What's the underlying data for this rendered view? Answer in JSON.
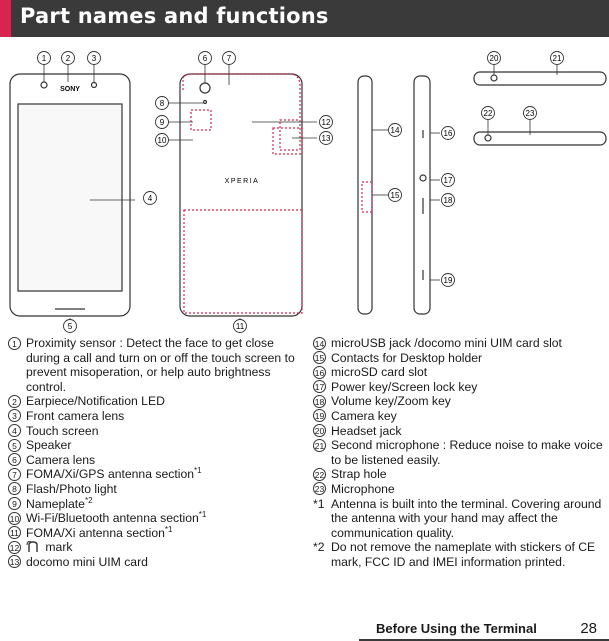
{
  "header": {
    "title": "Part names and functions"
  },
  "figure": {
    "brand": "SONY",
    "back_brand": "XPERIA",
    "callout_numbers": [
      "1",
      "2",
      "3",
      "4",
      "5",
      "6",
      "7",
      "8",
      "9",
      "10",
      "11",
      "12",
      "13",
      "14",
      "15",
      "16",
      "17",
      "18",
      "19",
      "20",
      "21",
      "22",
      "23"
    ]
  },
  "parts_left": [
    {
      "num": "1",
      "text": "Proximity sensor : Detect the face to get close during a call and turn on or off the touch screen to prevent misoperation, or help auto brightness control."
    },
    {
      "num": "2",
      "text": "Earpiece/Notification LED"
    },
    {
      "num": "3",
      "text": "Front camera lens"
    },
    {
      "num": "4",
      "text": "Touch screen"
    },
    {
      "num": "5",
      "text": "Speaker"
    },
    {
      "num": "6",
      "text": "Camera lens"
    },
    {
      "num": "7",
      "text": "FOMA/Xi/GPS antenna section",
      "sup": "*1"
    },
    {
      "num": "8",
      "text": "Flash/Photo light"
    },
    {
      "num": "9",
      "text": "Nameplate",
      "sup": "*2"
    },
    {
      "num": "10",
      "text": "Wi-Fi/Bluetooth antenna section",
      "sup": "*1"
    },
    {
      "num": "11",
      "text": "FOMA/Xi antenna section",
      "sup": "*1"
    },
    {
      "num": "12",
      "text": " mark",
      "icon": "n-mark-icon"
    },
    {
      "num": "13",
      "text": "docomo mini UIM card"
    }
  ],
  "parts_right": [
    {
      "num": "14",
      "text": "microUSB jack /docomo mini UIM card slot"
    },
    {
      "num": "15",
      "text": "Contacts for Desktop holder"
    },
    {
      "num": "16",
      "text": "microSD card slot"
    },
    {
      "num": "17",
      "text": "Power key/Screen lock key"
    },
    {
      "num": "18",
      "text": "Volume key/Zoom key"
    },
    {
      "num": "19",
      "text": "Camera key"
    },
    {
      "num": "20",
      "text": "Headset jack"
    },
    {
      "num": "21",
      "text": "Second microphone : Reduce noise to make voice to be listened easily."
    },
    {
      "num": "22",
      "text": "Strap hole"
    },
    {
      "num": "23",
      "text": "Microphone"
    }
  ],
  "notes": [
    {
      "mark": "*1",
      "text": "Antenna is built into the terminal. Covering around the antenna with your hand may affect the communication quality."
    },
    {
      "mark": "*2",
      "text": "Do not remove the nameplate with stickers of CE mark, FCC ID and IMEI information printed."
    }
  ],
  "footer": {
    "section": "Before Using the Terminal",
    "page": "28"
  },
  "colors": {
    "header_bg": "#3a3a3a",
    "accent": "#d6264f",
    "dotted_outline": "#d6264f"
  }
}
